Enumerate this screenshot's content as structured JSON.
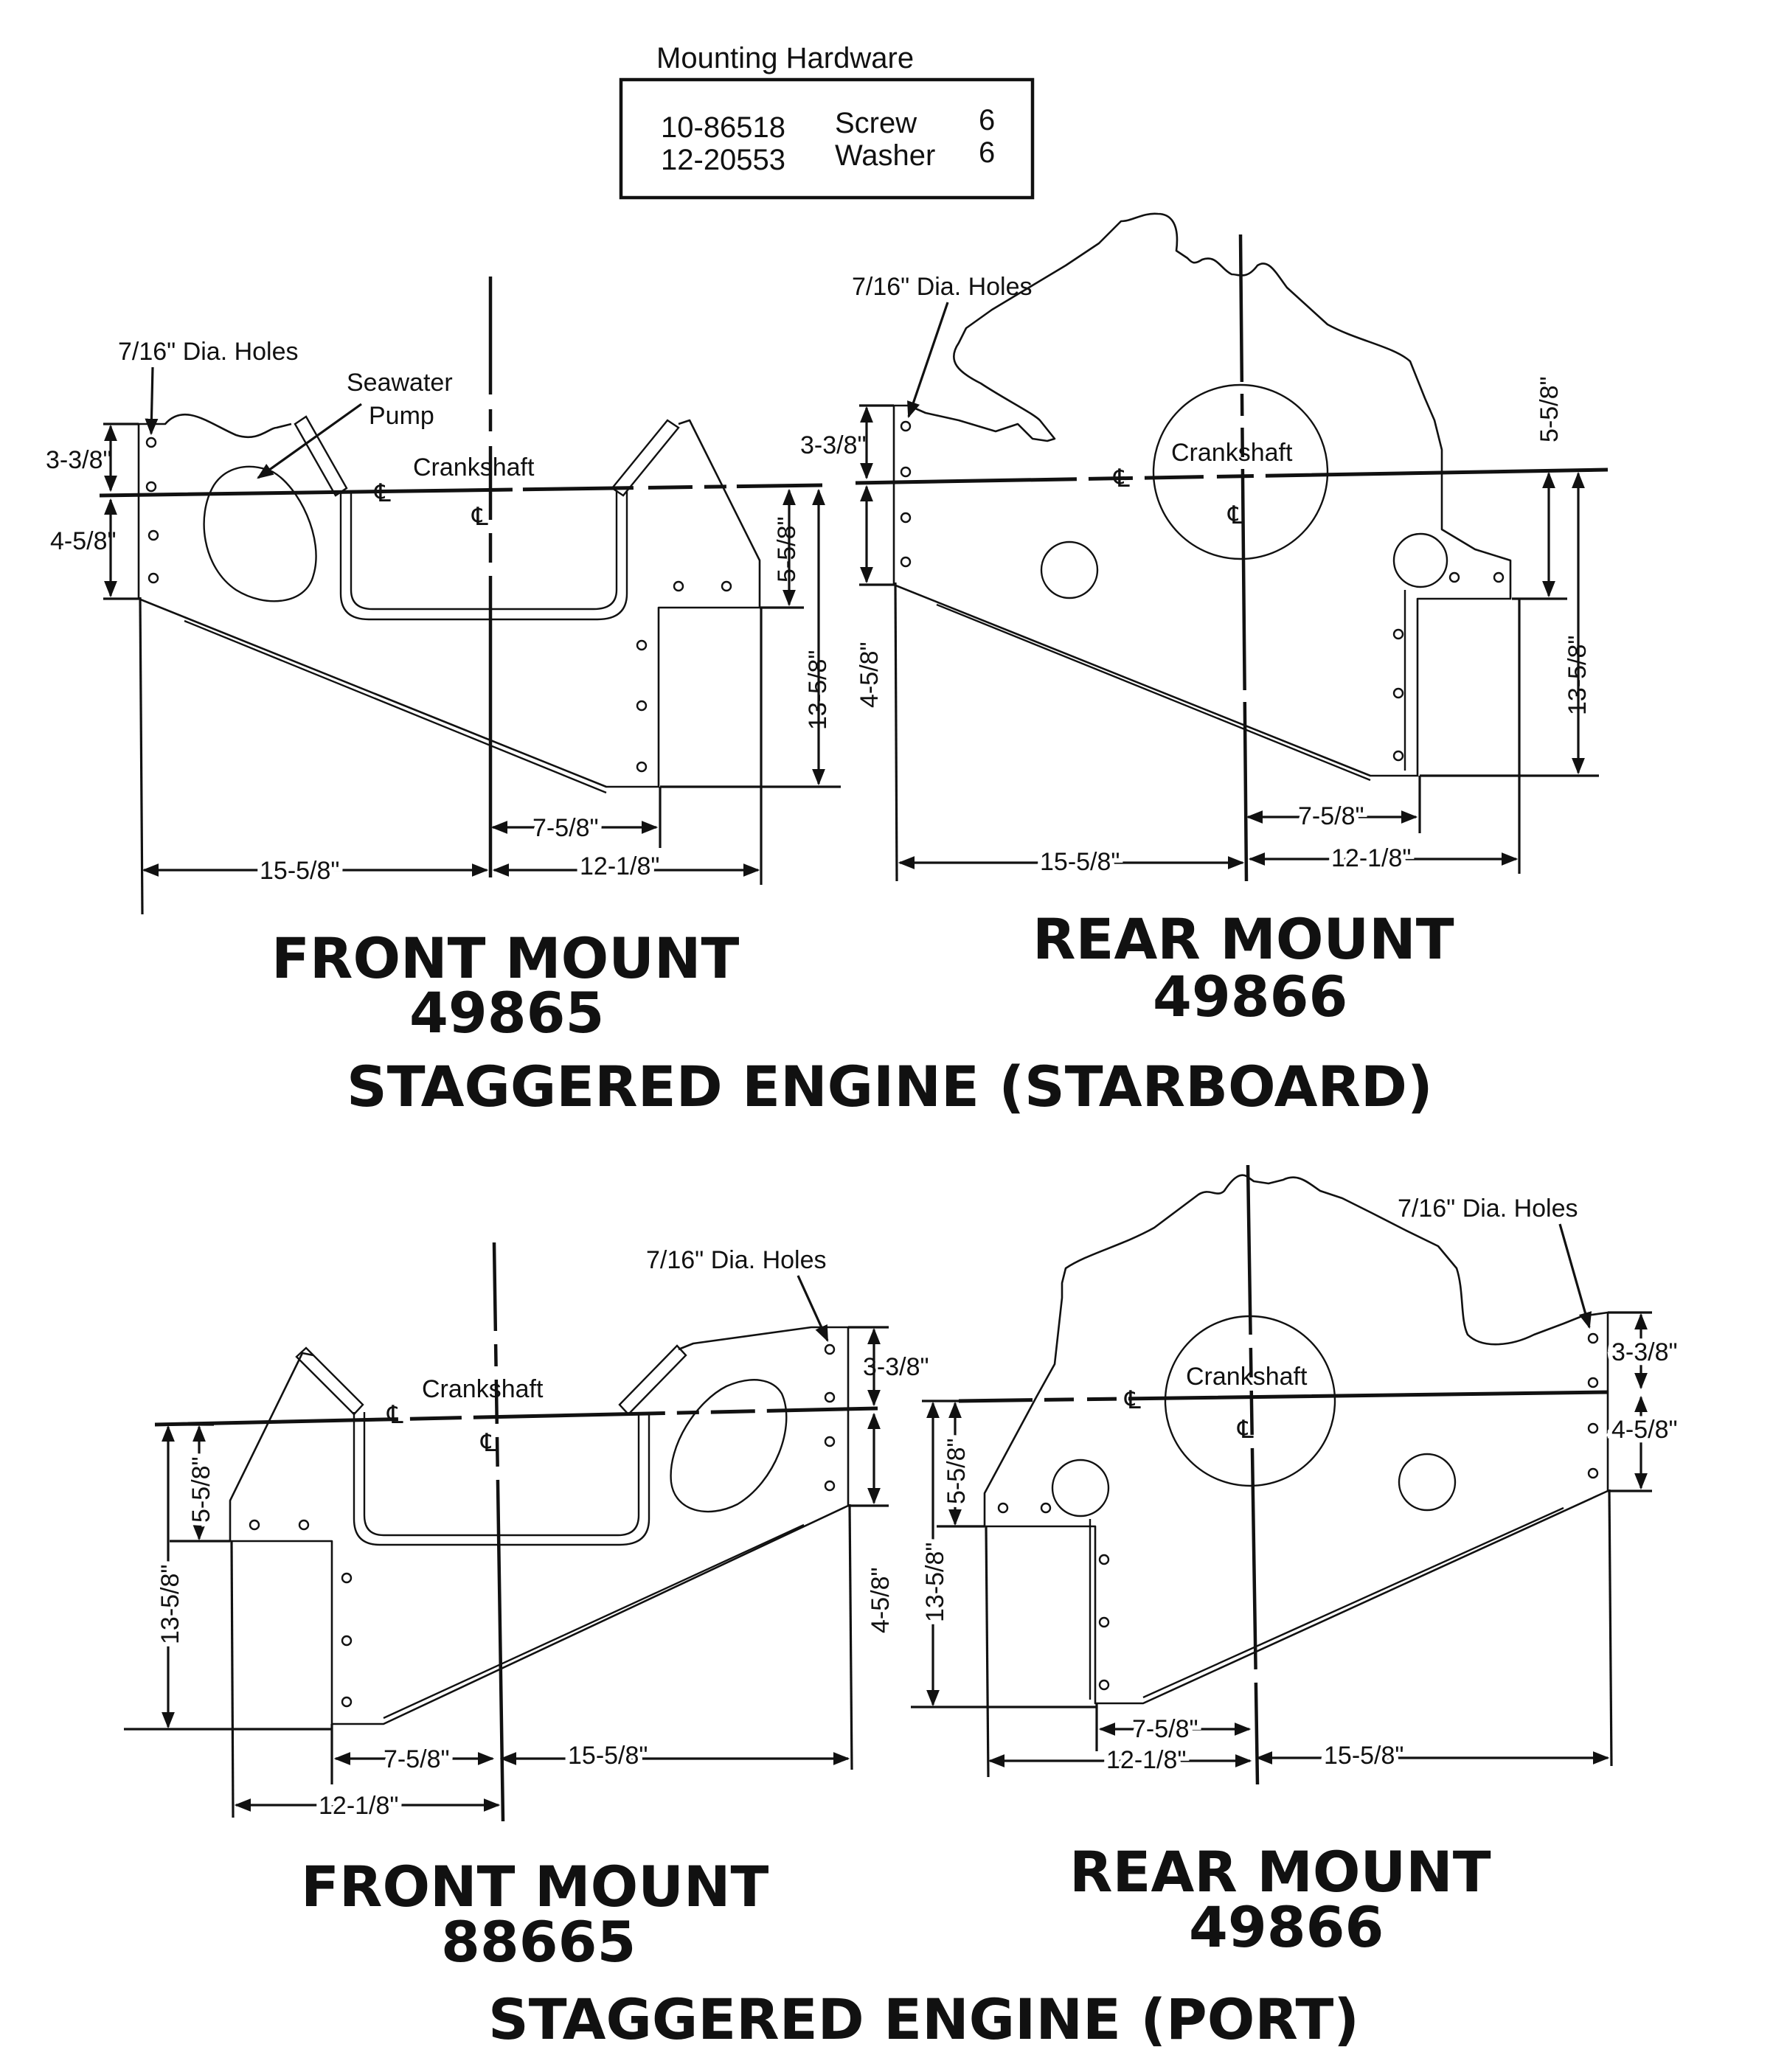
{
  "hardware": {
    "title": "Mounting Hardware",
    "rows": [
      {
        "part": "10-86518",
        "name": "Screw",
        "qty": "6"
      },
      {
        "part": "12-20553",
        "name": "Washer",
        "qty": "6"
      }
    ]
  },
  "starboard": {
    "section_title": "STAGGERED ENGINE (STARBOARD)",
    "front": {
      "title": "FRONT MOUNT",
      "part": "49865",
      "holes_label": "7/16\" Dia. Holes",
      "pump_label_1": "Seawater",
      "pump_label_2": "Pump",
      "crank_label": "Crankshaft",
      "cl_symbol": "℄",
      "dims": {
        "d1": "3-3/8\"",
        "d2": "4-5/8\"",
        "d3": "5-5/8\"",
        "d4": "13-5/8\"",
        "d5": "7-5/8\"",
        "d6": "15-5/8\"",
        "d7": "12-1/8\""
      }
    },
    "rear": {
      "title": "REAR MOUNT",
      "part": "49866",
      "holes_label": "7/16\" Dia. Holes",
      "crank_label": "Crankshaft",
      "cl_symbol": "℄",
      "dims": {
        "d1": "3-3/8\"",
        "d2": "4-5/8\"",
        "d3": "5-5/8\"",
        "d4": "13-5/8\"",
        "d5": "7-5/8\"",
        "d6": "15-5/8\"",
        "d7": "12-1/8\""
      }
    }
  },
  "port": {
    "section_title": "STAGGERED ENGINE (PORT)",
    "front": {
      "title": "FRONT MOUNT",
      "part": "88665",
      "holes_label": "7/16\" Dia. Holes",
      "crank_label": "Crankshaft",
      "cl_symbol": "℄",
      "dims": {
        "d1": "3-3/8\"",
        "d2": "4-5/8\"",
        "d3": "5-5/8\"",
        "d4": "13-5/8\"",
        "d5": "7-5/8\"",
        "d6": "15-5/8\"",
        "d7": "12-1/8\""
      }
    },
    "rear": {
      "title": "REAR MOUNT",
      "part": "49866",
      "holes_label": "7/16\" Dia. Holes",
      "crank_label": "Crankshaft",
      "cl_symbol": "℄",
      "dims": {
        "d1": "3-3/8\"",
        "d2": "4-5/8\"",
        "d3": "5-5/8\"",
        "d4": "13-5/8\"",
        "d5": "7-5/8\"",
        "d6": "15-5/8\"",
        "d7": "12-1/8\""
      }
    }
  }
}
